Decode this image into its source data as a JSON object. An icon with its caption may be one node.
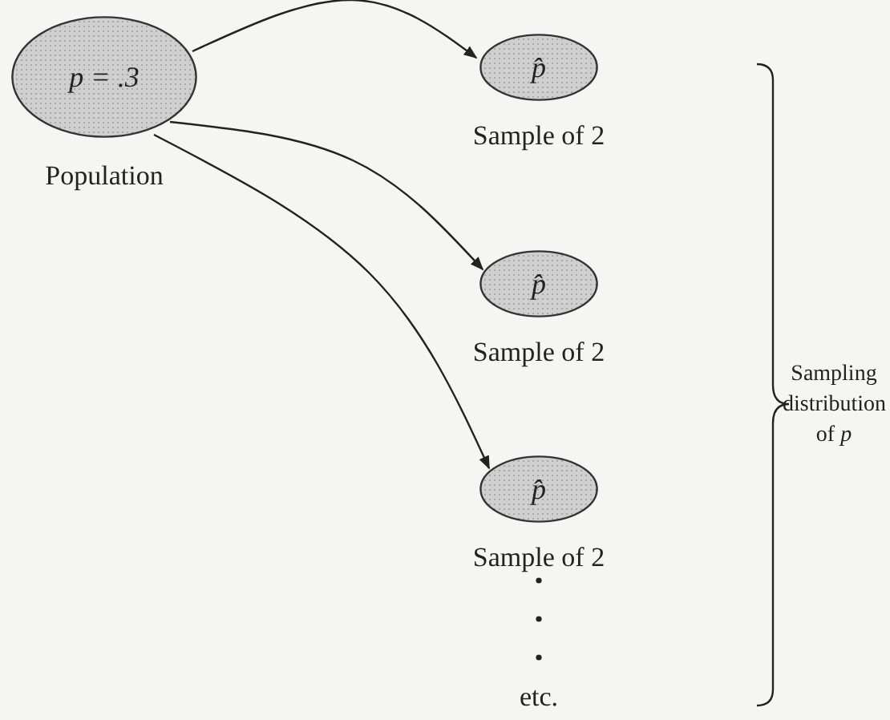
{
  "diagram": {
    "nodes": [
      {
        "text": [
          "*p* = .3"
        ],
        "beside": [
          "Population"
        ]
      },
      {
        "text": [
          "p̂"
        ],
        "beside": [
          "Sample of 2"
        ]
      },
      {
        "text": [
          "p̂"
        ],
        "beside": [
          "Sample of 2"
        ]
      },
      {
        "text": [
          "p̂"
        ],
        "beside": [
          "Sample of 2"
        ]
      }
    ],
    "edges": [
      {
        "from": 0,
        "to": 1,
        "arrow": "to"
      },
      {
        "from": 0,
        "to": 2,
        "arrow": "to"
      },
      {
        "from": 0,
        "to": 3,
        "arrow": "to"
      }
    ],
    "labels": [
      "etc.",
      "Sampling distribution of *p*"
    ]
  }
}
